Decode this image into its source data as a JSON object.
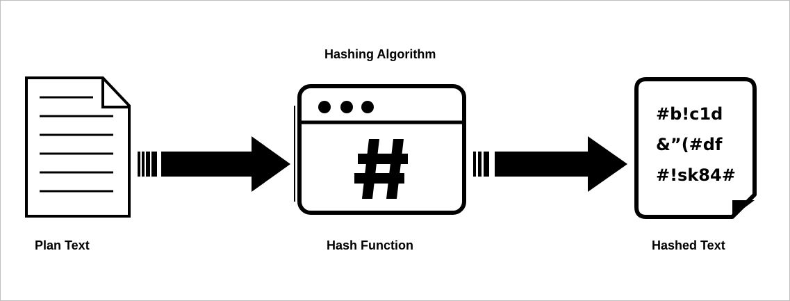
{
  "diagram": {
    "title": "Hashing Algorithm",
    "nodes": [
      {
        "id": "plain",
        "label": "Plan Text",
        "icon": "document-icon"
      },
      {
        "id": "function",
        "label": "Hash Function",
        "icon": "browser-window-hash-icon",
        "symbol": "#"
      },
      {
        "id": "hashed",
        "label": "Hashed Text",
        "icon": "hashed-document-icon",
        "lines": [
          "#b!c1d",
          "&”(#df",
          "#!sk84#"
        ]
      }
    ],
    "edges": [
      {
        "from": "plain",
        "to": "function",
        "icon": "right-arrow-icon"
      },
      {
        "from": "function",
        "to": "hashed",
        "icon": "right-arrow-icon"
      }
    ]
  }
}
